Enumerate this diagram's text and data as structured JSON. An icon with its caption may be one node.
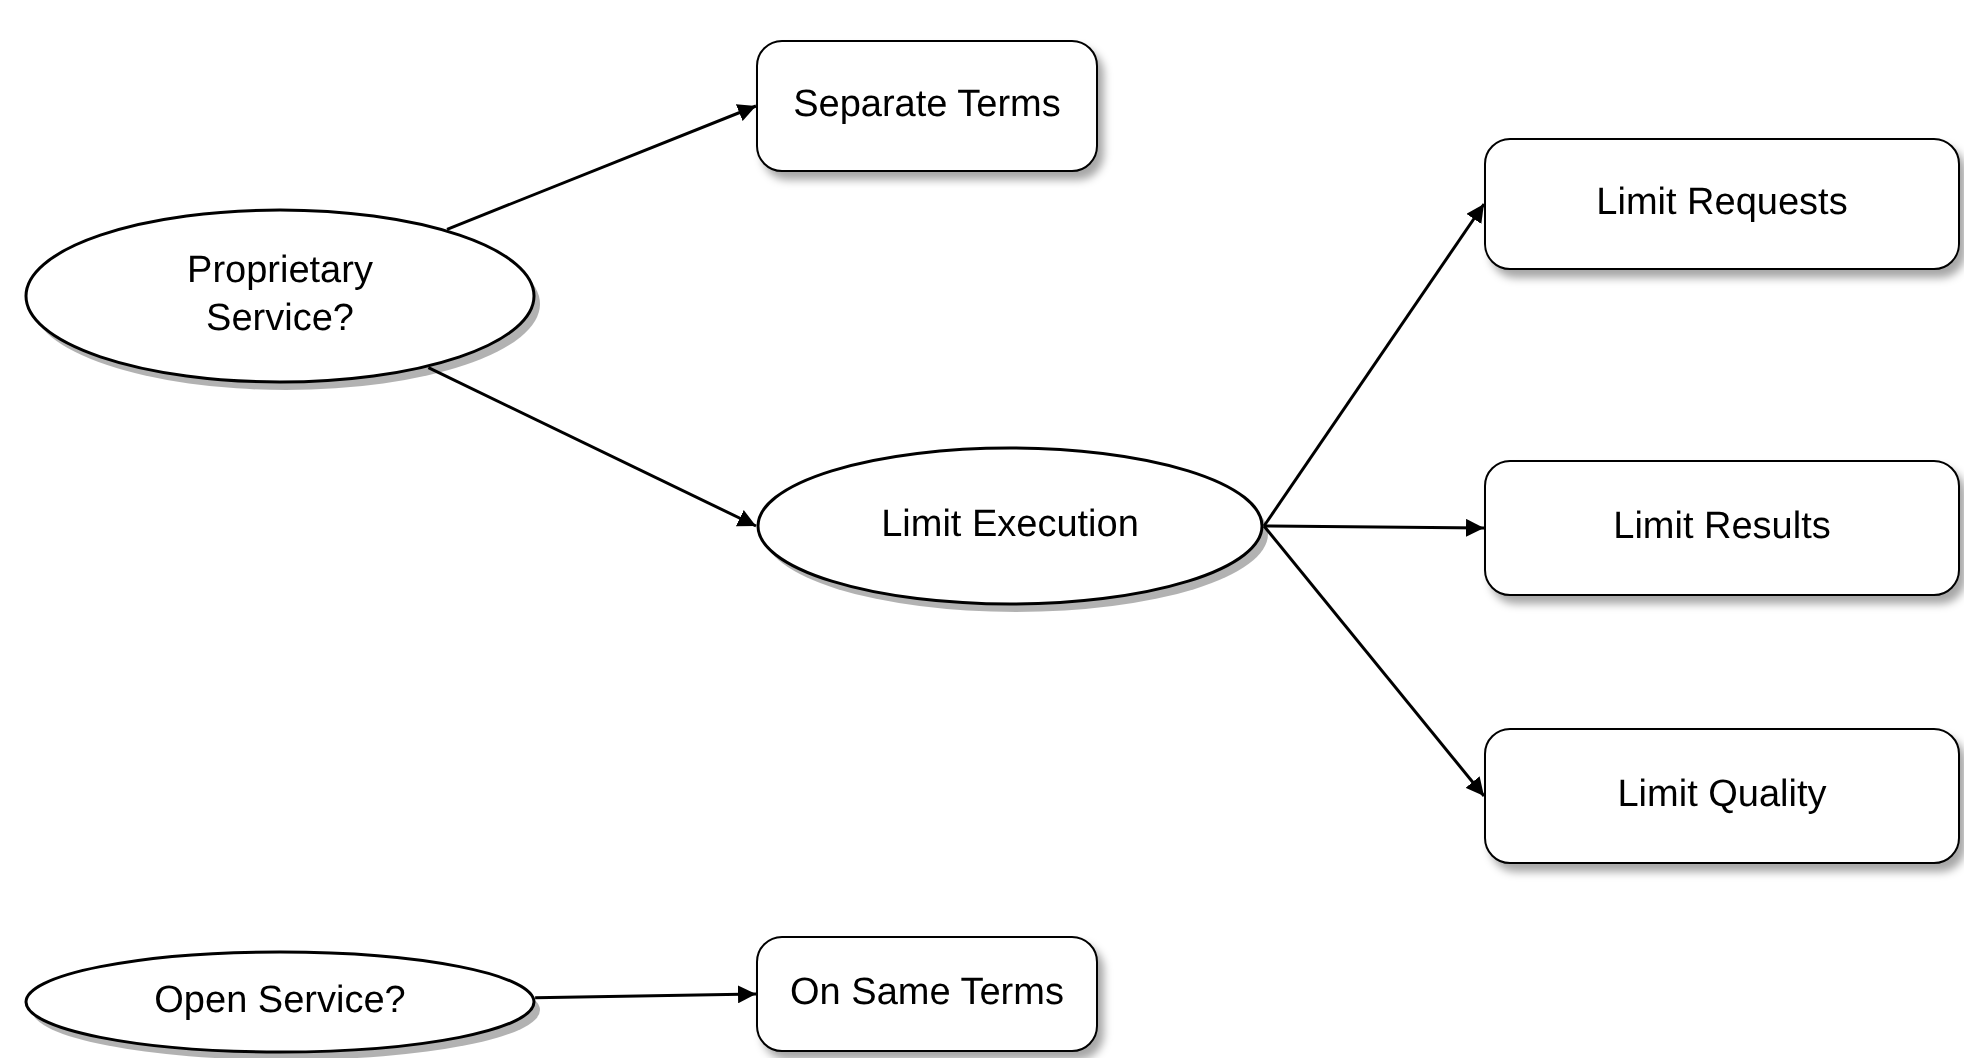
{
  "diagram": {
    "nodes": [
      {
        "text": [
          "Proprietary Service?"
        ]
      },
      {
        "text": [
          "Separate Terms"
        ]
      },
      {
        "text": [
          "Limit Execution"
        ]
      },
      {
        "text": [
          "Limit Requests"
        ]
      },
      {
        "text": [
          "Limit Results"
        ]
      },
      {
        "text": [
          "Limit Quality"
        ]
      },
      {
        "text": [
          "Open Service?"
        ]
      },
      {
        "text": [
          "On Same Terms"
        ]
      }
    ],
    "edges": [
      {
        "from": 0,
        "to": 1,
        "arrow": "to"
      },
      {
        "from": 0,
        "to": 2,
        "arrow": "to"
      },
      {
        "from": 2,
        "to": 3,
        "arrow": "to"
      },
      {
        "from": 2,
        "to": 4,
        "arrow": "to"
      },
      {
        "from": 2,
        "to": 5,
        "arrow": "to"
      },
      {
        "from": 6,
        "to": 7,
        "arrow": "to"
      }
    ]
  }
}
